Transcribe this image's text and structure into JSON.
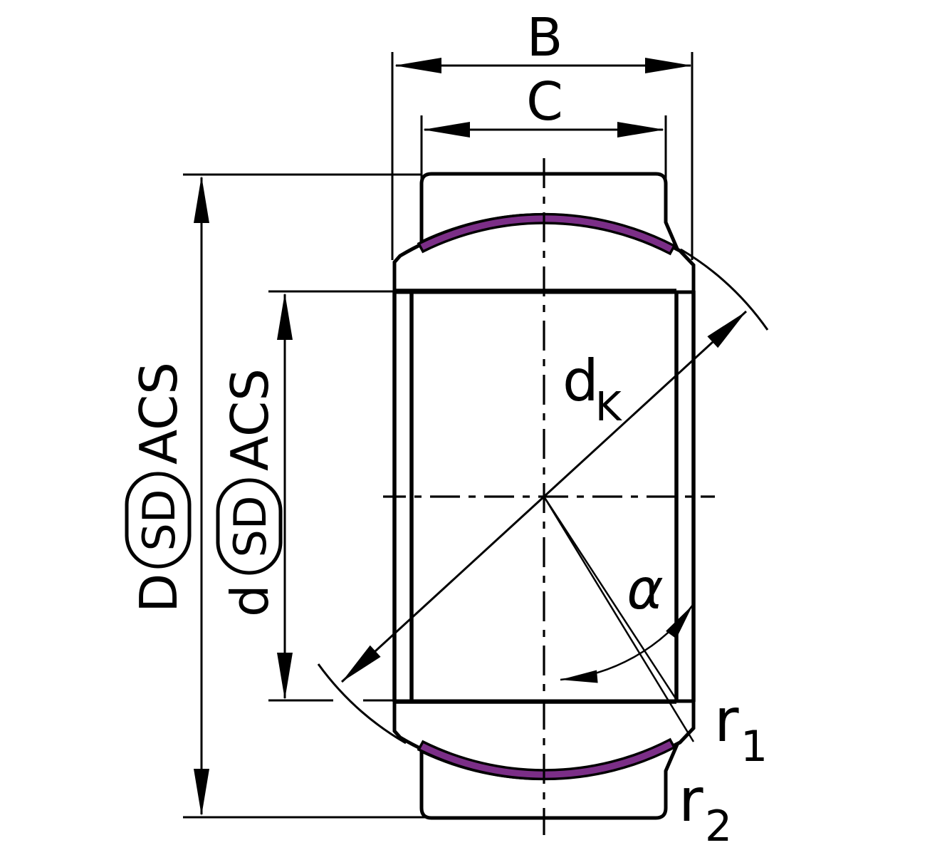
{
  "dimensions": {
    "b": {
      "label": "B"
    },
    "c": {
      "label": "C"
    },
    "outer_diameter": {
      "prefix": "D",
      "capsule": "SD",
      "suffix": "ACS"
    },
    "bore_diameter": {
      "prefix": "d",
      "capsule": "SD",
      "suffix": "ACS"
    },
    "sphere_diameter": {
      "main": "d",
      "sub": "K"
    },
    "misalignment_angle": {
      "label": "α"
    },
    "chamfer_r1": {
      "main": "r",
      "sub": "1"
    },
    "chamfer_r2": {
      "main": "r",
      "sub": "2"
    }
  },
  "colors": {
    "outline": "#000000",
    "background": "#ffffff",
    "liner": "#7b2e87"
  }
}
